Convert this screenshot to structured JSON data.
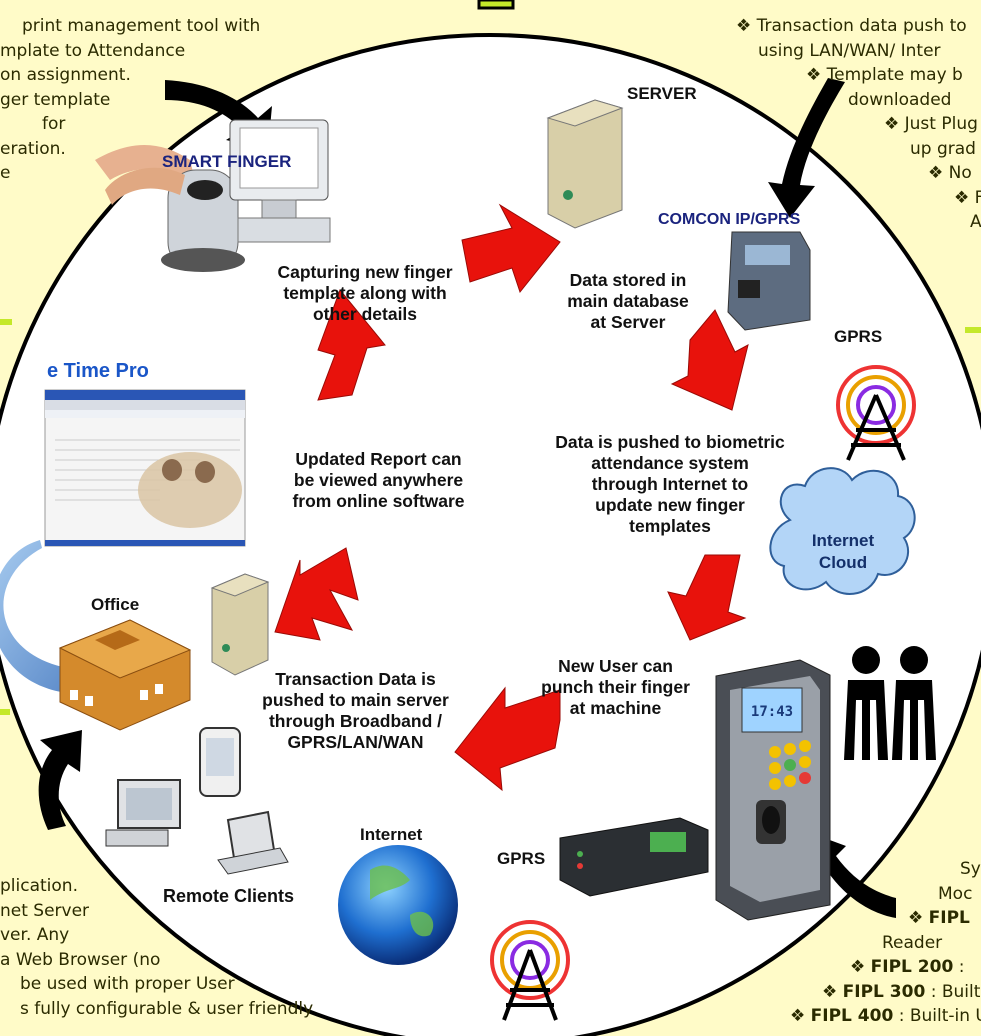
{
  "colors": {
    "background": "#fffbc8",
    "circle_fill": "#ffffff",
    "circle_stroke": "#000000",
    "arrow": "#e8120c",
    "accent_green": "#c4e82a",
    "title_blue": "#1a237e"
  },
  "top_left_text": [
    "print management tool with",
    "mplate to Attendance",
    "on assignment.",
    "ger template",
    "for",
    "eration.",
    "",
    "e"
  ],
  "top_right_text": [
    "❖ Transaction data push  to",
    "using  LAN/WAN/ Inter",
    "❖ Template may b",
    "downloaded",
    "❖ Just Plug",
    "up grad",
    "❖ No",
    "❖ F",
    "A"
  ],
  "bottom_left_text": [
    "plication.",
    "net Server",
    "ver. Any",
    "a Web  Browser (no",
    "be used with proper User",
    "s fully configurable & user friendly"
  ],
  "bottom_right_text": [
    {
      "pre": "",
      "bold": "",
      "rest": "Sy"
    },
    {
      "pre": "",
      "bold": "",
      "rest": "Moc"
    },
    {
      "pre": "❖ ",
      "bold": "FIPL",
      "rest": ""
    },
    {
      "pre": "",
      "bold": "",
      "rest": "Reader"
    },
    {
      "pre": "❖ ",
      "bold": "FIPL 200",
      "rest": " : "
    },
    {
      "pre": "❖ ",
      "bold": "FIPL 300",
      "rest": " : Built-"
    },
    {
      "pre": "❖ ",
      "bold": "FIPL 400",
      "rest": " : Built-in UI"
    }
  ],
  "labels": {
    "smart_finger": "SMART FINGER",
    "server": "SERVER",
    "comcon": "COMCON IP/GPRS",
    "gprs_top": "GPRS",
    "etime": "e Time Pro",
    "office": "Office",
    "internet_cloud": "Internet\nCloud",
    "internet": "Internet",
    "gprs_bottom": "GPRS",
    "remote_clients": "Remote Clients"
  },
  "steps": {
    "capturing": "Capturing new finger\ntemplate along with\nother details",
    "stored": "Data stored in\nmain database\nat Server",
    "pushed": "Data is pushed to biometric\nattendance system\nthrough Internet to\nupdate new finger\ntemplates",
    "new_user": "New User can\npunch their finger\nat machine",
    "transaction": "Transaction Data is\npushed to main server\nthrough Broadband /\nGPRS/LAN/WAN",
    "updated": "Updated Report can\nbe viewed anywhere\nfrom online software"
  },
  "device": {
    "clock": "17:43"
  }
}
